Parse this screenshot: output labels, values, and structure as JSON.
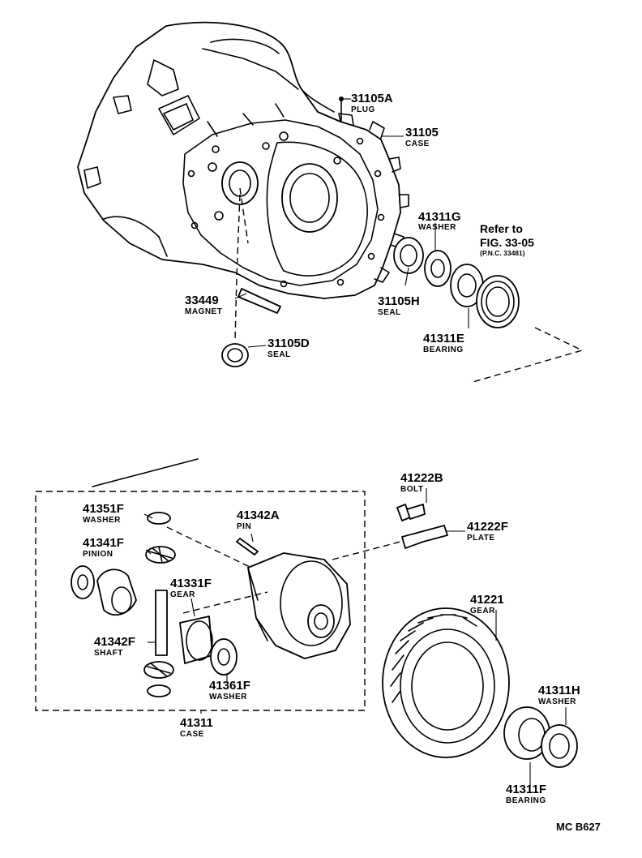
{
  "diagram_code": "MC B627",
  "reference": {
    "line1": "Refer to",
    "line2": "FIG. 33-05",
    "line3": "(P.N.C. 33481)"
  },
  "parts": [
    {
      "id": "p31105A",
      "number": "31105A",
      "name": "PLUG"
    },
    {
      "id": "p31105",
      "number": "31105",
      "name": "CASE"
    },
    {
      "id": "p41311G",
      "number": "41311G",
      "name": "WASHER"
    },
    {
      "id": "p33449",
      "number": "33449",
      "name": "MAGNET"
    },
    {
      "id": "p31105H",
      "number": "31105H",
      "name": "SEAL"
    },
    {
      "id": "p41311E",
      "number": "41311E",
      "name": "BEARING"
    },
    {
      "id": "p31105D",
      "number": "31105D",
      "name": "SEAL"
    },
    {
      "id": "p41222B",
      "number": "41222B",
      "name": "BOLT"
    },
    {
      "id": "p41351F",
      "number": "41351F",
      "name": "WASHER"
    },
    {
      "id": "p41342A",
      "number": "41342A",
      "name": "PIN"
    },
    {
      "id": "p41222F",
      "number": "41222F",
      "name": "PLATE"
    },
    {
      "id": "p41341F",
      "number": "41341F",
      "name": "PINION"
    },
    {
      "id": "p41331F",
      "number": "41331F",
      "name": "GEAR"
    },
    {
      "id": "p41221",
      "number": "41221",
      "name": "GEAR"
    },
    {
      "id": "p41342F",
      "number": "41342F",
      "name": "SHAFT"
    },
    {
      "id": "p41361F",
      "number": "41361F",
      "name": "WASHER"
    },
    {
      "id": "p41311H",
      "number": "41311H",
      "name": "WASHER"
    },
    {
      "id": "p41311",
      "number": "41311",
      "name": "CASE"
    },
    {
      "id": "p41311F",
      "number": "41311F",
      "name": "BEARING"
    }
  ]
}
